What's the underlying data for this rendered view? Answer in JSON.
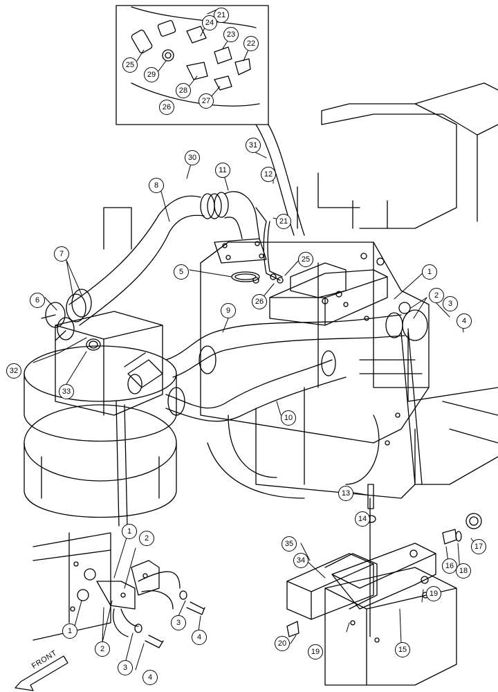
{
  "callouts": [
    {
      "id": "c21a",
      "text": "21"
    },
    {
      "id": "c24",
      "text": "24"
    },
    {
      "id": "c23",
      "text": "23"
    },
    {
      "id": "c22",
      "text": "22"
    },
    {
      "id": "c25a",
      "text": "25"
    },
    {
      "id": "c29",
      "text": "29"
    },
    {
      "id": "c28",
      "text": "28"
    },
    {
      "id": "c27",
      "text": "27"
    },
    {
      "id": "c26a",
      "text": "26"
    },
    {
      "id": "c31",
      "text": "31"
    },
    {
      "id": "c30",
      "text": "30"
    },
    {
      "id": "c11",
      "text": "11"
    },
    {
      "id": "c12",
      "text": "12"
    },
    {
      "id": "c8",
      "text": "8"
    },
    {
      "id": "c21b",
      "text": "21"
    },
    {
      "id": "c7",
      "text": "7"
    },
    {
      "id": "c5",
      "text": "5"
    },
    {
      "id": "c25b",
      "text": "25"
    },
    {
      "id": "c26b",
      "text": "26"
    },
    {
      "id": "c1a",
      "text": "1"
    },
    {
      "id": "c2a",
      "text": "2"
    },
    {
      "id": "c3a",
      "text": "3"
    },
    {
      "id": "c4a",
      "text": "4"
    },
    {
      "id": "c6",
      "text": "6"
    },
    {
      "id": "c9",
      "text": "9"
    },
    {
      "id": "c32",
      "text": "32"
    },
    {
      "id": "c33",
      "text": "33"
    },
    {
      "id": "c10",
      "text": "10"
    },
    {
      "id": "c13",
      "text": "13"
    },
    {
      "id": "c14",
      "text": "14"
    },
    {
      "id": "c17",
      "text": "17"
    },
    {
      "id": "c35",
      "text": "35"
    },
    {
      "id": "c34",
      "text": "34"
    },
    {
      "id": "c16",
      "text": "16"
    },
    {
      "id": "c18",
      "text": "18"
    },
    {
      "id": "c19a",
      "text": "19"
    },
    {
      "id": "c1b",
      "text": "1"
    },
    {
      "id": "c2b",
      "text": "2"
    },
    {
      "id": "c1c",
      "text": "1"
    },
    {
      "id": "c2c",
      "text": "2"
    },
    {
      "id": "c3b",
      "text": "3"
    },
    {
      "id": "c4b",
      "text": "4"
    },
    {
      "id": "c3c",
      "text": "3"
    },
    {
      "id": "c4c",
      "text": "4"
    },
    {
      "id": "c20",
      "text": "20"
    },
    {
      "id": "c19b",
      "text": "19"
    },
    {
      "id": "c15",
      "text": "15"
    }
  ],
  "front_label": "FRONT"
}
